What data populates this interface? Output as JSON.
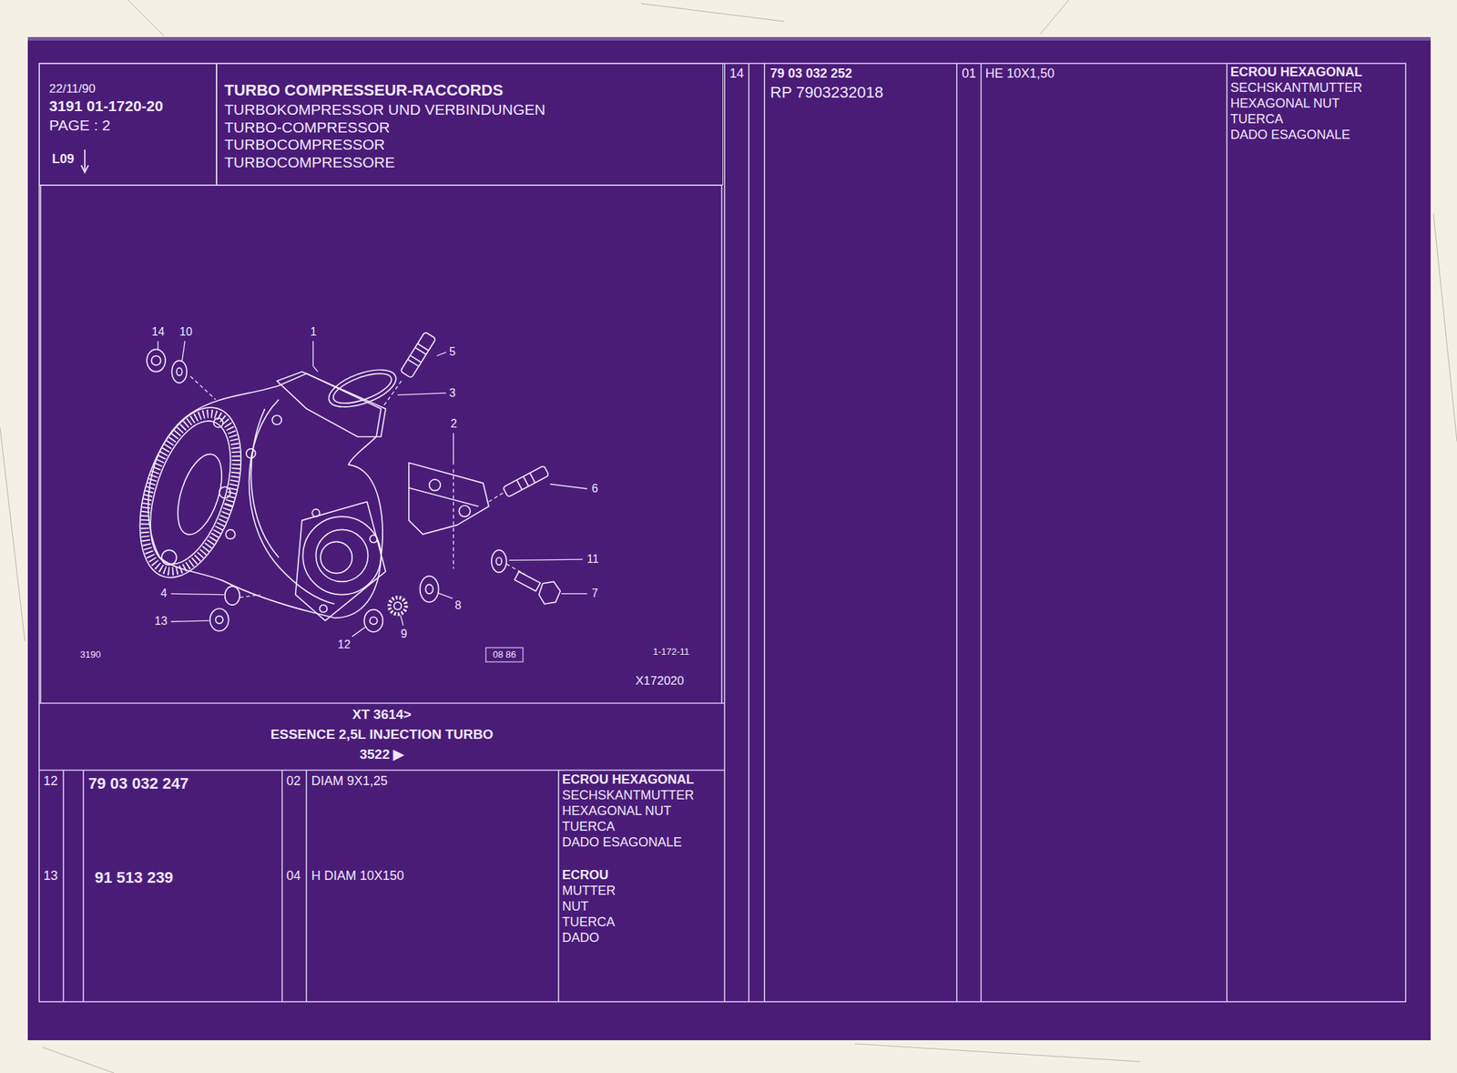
{
  "diagram": {
    "title": "TURBO COMPRESSEUR-RACCORDS",
    "nodes": [
      {
        "text": [
          "22/11/90",
          "3191 01-1720-20",
          "PAGE : 2",
          "L09"
        ]
      },
      {
        "text": [
          "TURBOKOMPRESSOR UND VERBINDUNGEN",
          "TURBO-COMPRESSOR",
          "TURBOCOMPRESSOR",
          "TURBOCOMPRESSORE"
        ]
      },
      {
        "text": [
          "XT 3614>",
          "ESSENCE 2,5L INJECTION TURBO",
          "3522 ▶"
        ]
      }
    ],
    "labels": [
      "14",
      "10",
      "1",
      "5",
      "3",
      "2",
      "6",
      "11",
      "7",
      "8",
      "9",
      "12",
      "13",
      "4",
      "3190",
      "08 86",
      "1-172-11",
      "X172020",
      "12",
      "79 03 032 247",
      "02",
      "DIAM 9X1,25",
      "ECROU HEXAGONAL",
      "SECHSKANTMUTTER",
      "HEXAGONAL NUT",
      "TUERCA",
      "DADO ESAGONALE",
      "13",
      "91 513 239",
      "04",
      "H DIAM 10X150",
      "ECROU",
      "MUTTER",
      "NUT",
      "TUERCA",
      "DADO",
      "14",
      "79 03 032 252",
      "RP 7903232018",
      "01",
      "HE 10X1,50",
      "ECROU HEXAGONAL",
      "SECHSKANTMUTTER",
      "HEXAGONAL NUT",
      "TUERCA",
      "DADO ESAGONALE"
    ]
  }
}
